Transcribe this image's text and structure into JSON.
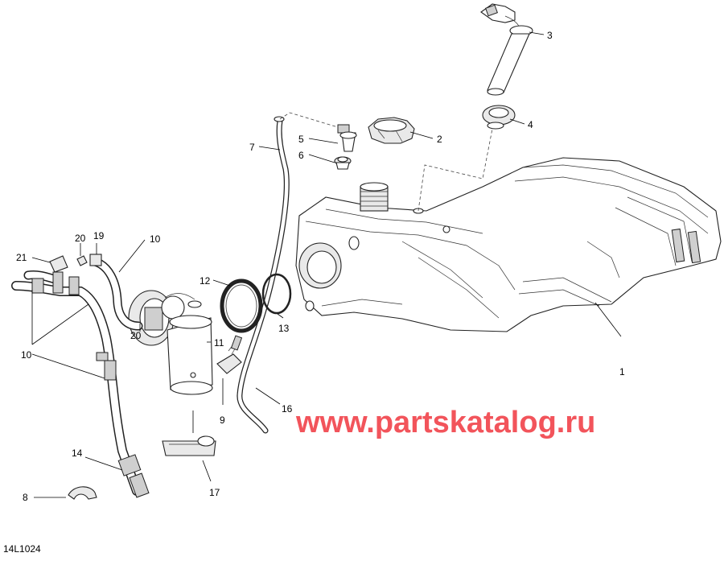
{
  "diagram": {
    "reference_code": "14L1024",
    "watermark": {
      "text": "www.partskatalog.ru",
      "color": "#f2545b"
    },
    "callouts": [
      {
        "id": "c1",
        "label": "1"
      },
      {
        "id": "c2",
        "label": "2"
      },
      {
        "id": "c3",
        "label": "3"
      },
      {
        "id": "c4",
        "label": "4"
      },
      {
        "id": "c5",
        "label": "5"
      },
      {
        "id": "c6",
        "label": "6"
      },
      {
        "id": "c7",
        "label": "7"
      },
      {
        "id": "c8",
        "label": "8"
      },
      {
        "id": "c9",
        "label": "9"
      },
      {
        "id": "c10a",
        "label": "10"
      },
      {
        "id": "c10b",
        "label": "10"
      },
      {
        "id": "c11",
        "label": "11"
      },
      {
        "id": "c12",
        "label": "12"
      },
      {
        "id": "c13",
        "label": "13"
      },
      {
        "id": "c14",
        "label": "14"
      },
      {
        "id": "c16",
        "label": "16"
      },
      {
        "id": "c17",
        "label": "17"
      },
      {
        "id": "c19",
        "label": "19"
      },
      {
        "id": "c20a",
        "label": "20"
      },
      {
        "id": "c20b",
        "label": "20"
      },
      {
        "id": "c21",
        "label": "21"
      }
    ]
  }
}
